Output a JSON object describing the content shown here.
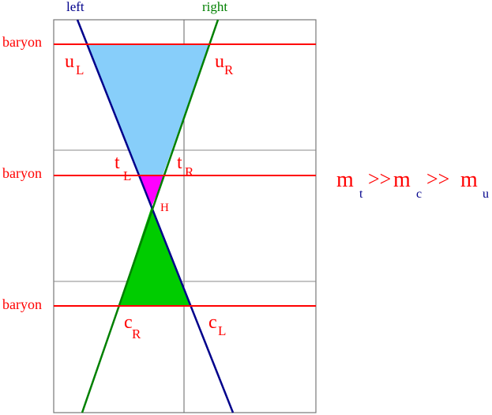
{
  "axis_labels": {
    "left": "left",
    "right": "right"
  },
  "baryon_labels": [
    "baryon",
    "baryon",
    "baryon"
  ],
  "particles": {
    "u_L": {
      "base": "u",
      "sub": "L"
    },
    "u_R": {
      "base": "u",
      "sub": "R"
    },
    "t_L": {
      "base": "t",
      "sub": "L"
    },
    "t_R": {
      "base": "t",
      "sub": "R"
    },
    "H": "H",
    "c_R": {
      "base": "c",
      "sub": "R"
    },
    "c_L": {
      "base": "c",
      "sub": "L"
    }
  },
  "mass_hierarchy": {
    "m1": "m",
    "s1": "t",
    "op1": ">>",
    "m2": "m",
    "s2": "c",
    "op2": ">>",
    "m3": "m",
    "s3": "u"
  },
  "colors": {
    "red": "#ff0000",
    "left_line": "#00008b",
    "right_line": "#008000",
    "light_blue_fill": "#87cefa",
    "magenta_fill": "#ff00ff",
    "green_fill": "#00cc00",
    "grid": "#888888"
  }
}
